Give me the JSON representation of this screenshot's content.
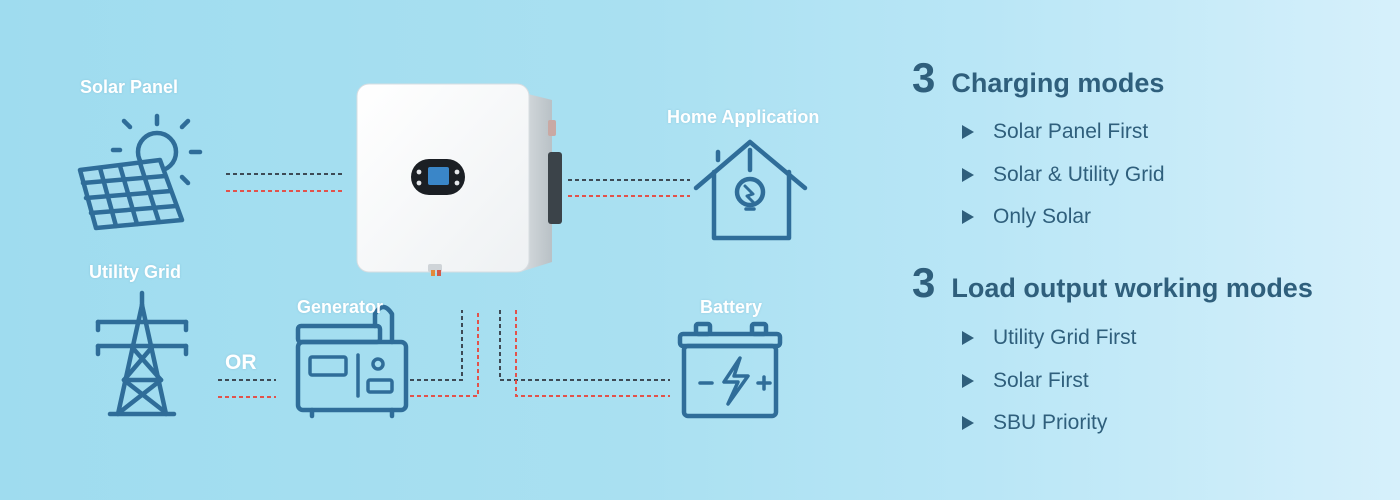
{
  "labels": {
    "solar_panel": "Solar Panel",
    "home_application": "Home Application",
    "utility_grid": "Utility Grid",
    "generator": "Generator",
    "battery": "Battery",
    "or": "OR"
  },
  "charging": {
    "count": "3",
    "title": "Charging modes",
    "items": [
      "Solar Panel First",
      "Solar & Utility Grid",
      "Only Solar"
    ]
  },
  "load_output": {
    "count": "3",
    "title": "Load output working modes",
    "items": [
      "Utility Grid First",
      "Solar First",
      "SBU Priority"
    ]
  },
  "colors": {
    "icon_stroke": "#2f6d99",
    "heading_text": "#2f5f7c",
    "dark_line": "#3d4a55",
    "red_line": "#e2524b"
  },
  "icons": {
    "solar_panel": "solar-panel-with-sun-icon",
    "home": "house-with-bulb-icon",
    "utility_grid": "transmission-tower-icon",
    "generator": "generator-icon",
    "battery": "battery-lightning-icon",
    "inverter": "inverter-device"
  }
}
